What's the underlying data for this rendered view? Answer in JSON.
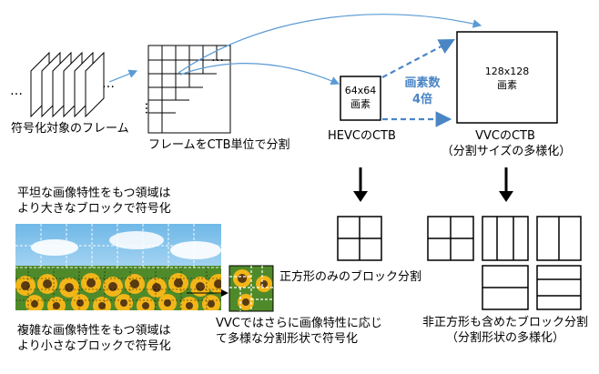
{
  "labels": {
    "frames_caption": "符号化対象のフレーム",
    "ctb_caption": "フレームをCTB単位で分割",
    "hevc_size_line1": "64x64",
    "hevc_size_line2": "画素",
    "hevc_caption": "HEVCのCTB",
    "pixel_ratio_line1": "画素数",
    "pixel_ratio_line2": "4倍",
    "vvc_size_line1": "128x128",
    "vvc_size_line2": "画素",
    "vvc_caption_line1": "VVCのCTB",
    "vvc_caption_line2": "（分割サイズの多様化）",
    "flat_region_line1": "平坦な画像特性をもつ領域は",
    "flat_region_line2": "より大きなブロックで符号化",
    "complex_region_line1": "複雑な画像特性をもつ領域は",
    "complex_region_line2": "より小さなブロックで符号化",
    "vvc_adaptive_line1": "VVCではさらに画像特性に応じ",
    "vvc_adaptive_line2": "て多様な分割形状で符号化",
    "square_only_caption": "正方形のみのブロック分割",
    "nonsquare_caption_line1": "非正方形も含めたブロック分割",
    "nonsquare_caption_line2": "（分割形状の多様化）",
    "ellipsis": "…"
  },
  "colors": {
    "arrow_blue": "#5b9bd5",
    "dashed_arrow_blue": "#4a86c5",
    "sky_top": "#6fb8e8",
    "sky_bottom": "#d8eefa",
    "sunflower_petal": "#f2b619",
    "sunflower_center": "#5a3a12",
    "leaf_green": "#4f8a2a"
  }
}
